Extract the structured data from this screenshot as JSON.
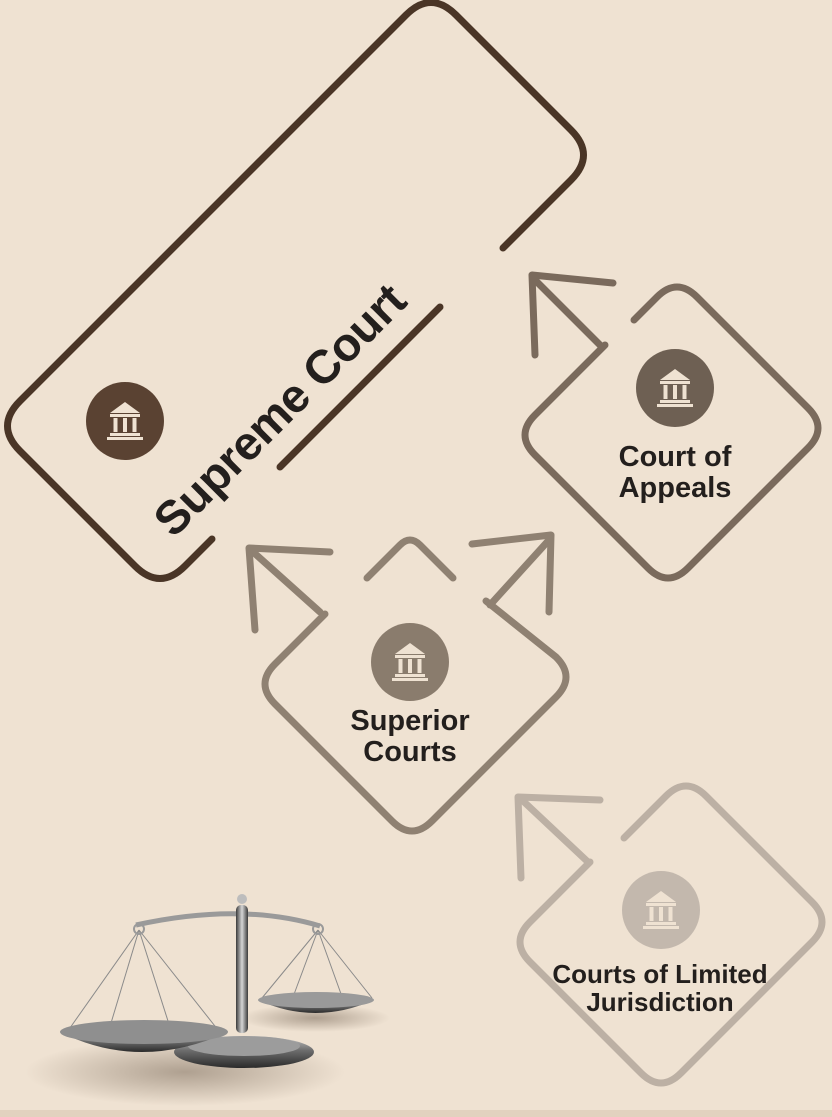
{
  "diagram": {
    "nodes": [
      {
        "id": "supreme",
        "label": "Supreme Court"
      },
      {
        "id": "appeals",
        "label_lines": [
          "Court of",
          "Appeals"
        ]
      },
      {
        "id": "superior",
        "label_lines": [
          "Superior",
          "Courts"
        ]
      },
      {
        "id": "limited",
        "label_lines": [
          "Courts of Limited",
          "Jurisdiction"
        ]
      }
    ],
    "edges": [
      {
        "from": "appeals",
        "to": "supreme"
      },
      {
        "from": "superior",
        "to": "supreme"
      },
      {
        "from": "superior",
        "to": "appeals"
      },
      {
        "from": "limited",
        "to": "superior"
      }
    ],
    "icons": [
      "courthouse-icon",
      "scales-of-justice-icon"
    ],
    "colors": {
      "background": "#efe2d2",
      "supreme": "#4a3526",
      "appeals": "#7a6a5c",
      "superior": "#8f8172",
      "limited": "#bcb0a4",
      "text": "#231f1d"
    }
  }
}
